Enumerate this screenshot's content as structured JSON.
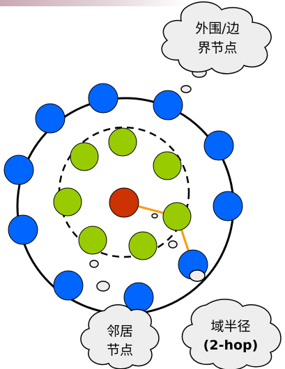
{
  "callouts": {
    "boundary": {
      "line1": "外围/边",
      "line2": "界节点"
    },
    "neighbor": {
      "line1": "邻居",
      "line2": "节点"
    },
    "radius": {
      "line1": "域半径",
      "line2": "(2-hop)"
    }
  },
  "colors": {
    "boundary_node": "#0066ff",
    "neighbor_node": "#99cc00",
    "center_node": "#cc3300",
    "radius_link": "#ff9900",
    "cloud_fill": "#eeeeee"
  }
}
